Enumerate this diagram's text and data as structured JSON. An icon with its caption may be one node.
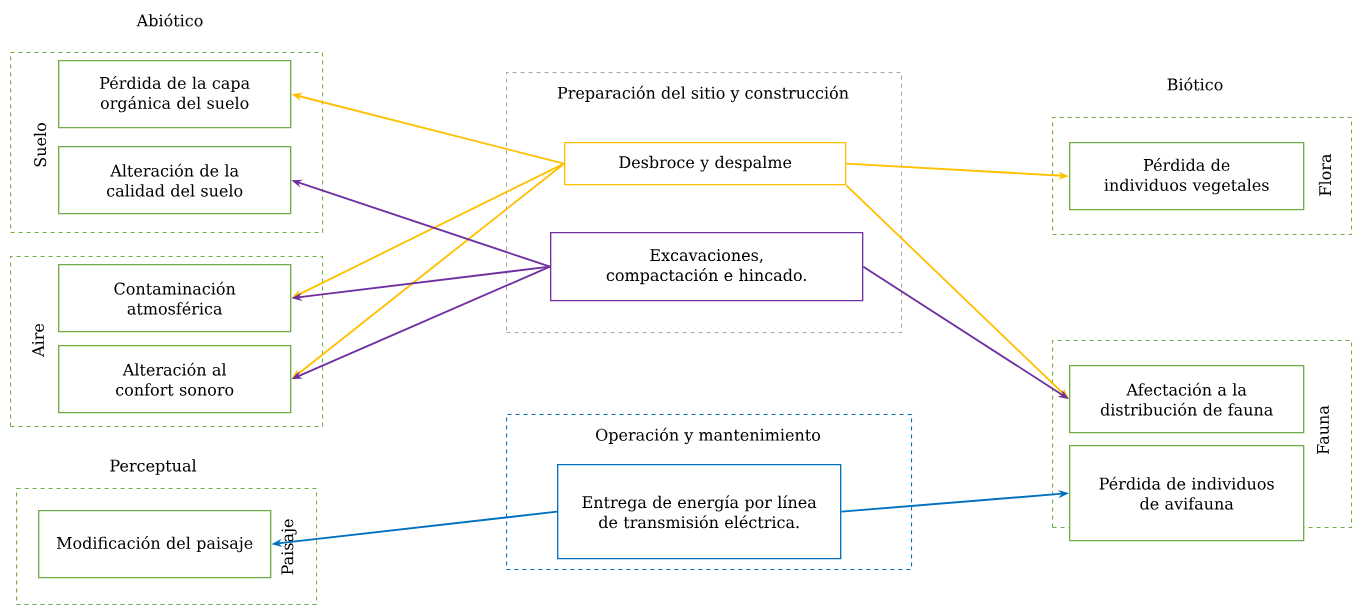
{
  "diagram": {
    "nodes": [
      {
        "text": [
          "Suelo"
        ]
      },
      {
        "text": [
          "Pérdida de la capa orgánica del suelo"
        ],
        "in": 0
      },
      {
        "text": [
          "Alteración de la calidad del suelo"
        ],
        "in": 0
      },
      {
        "text": [
          "Aire"
        ]
      },
      {
        "text": [
          "Contaminación atmosférica"
        ],
        "in": 3
      },
      {
        "text": [
          "Alteración al confort sonoro"
        ],
        "in": 3
      },
      {
        "text": [
          "Preparación del sitio y construcción"
        ]
      },
      {
        "text": [
          "Desbroce y despalme"
        ],
        "in": 6
      },
      {
        "text": [
          "Excavaciones, compactación e hincado."
        ],
        "in": 6
      },
      {
        "text": [
          "Flora"
        ]
      },
      {
        "text": [
          "Pérdida de individuos vegetales"
        ],
        "in": 9
      },
      {
        "text": [
          "Fauna"
        ]
      },
      {
        "text": [
          "Afectación a la distribución de fauna"
        ],
        "in": 11
      },
      {
        "text": [
          "Pérdida de individuos de avifauna"
        ]
      },
      {
        "text": [
          "Operación y mantenimiento"
        ]
      },
      {
        "text": [
          "Entrega de energía por línea de transmisión eléctrica."
        ],
        "in": 14
      },
      {
        "text": [
          "Paisaje"
        ]
      },
      {
        "text": [
          "Modificación del paisaje"
        ],
        "in": 16
      }
    ],
    "edges": [
      {
        "from": 7,
        "to": 1,
        "arrow": "to",
        "color": "#ffc000"
      },
      {
        "from": 7,
        "to": 4,
        "arrow": "to",
        "color": "#ffc000"
      },
      {
        "from": 7,
        "to": 5,
        "arrow": "to",
        "color": "#ffc000"
      },
      {
        "from": 7,
        "to": 10,
        "arrow": "to",
        "color": "#ffc000"
      },
      {
        "from": 7,
        "to": 12,
        "arrow": "to",
        "color": "#ffc000"
      },
      {
        "from": 8,
        "to": 2,
        "arrow": "to",
        "color": "#7030a0"
      },
      {
        "from": 8,
        "to": 4,
        "arrow": "to",
        "color": "#7030a0"
      },
      {
        "from": 8,
        "to": 5,
        "arrow": "to",
        "color": "#7030a0"
      },
      {
        "from": 8,
        "to": 12,
        "arrow": "to",
        "color": "#7030a0"
      },
      {
        "from": 15,
        "to": 17,
        "arrow": "to",
        "color": "#0070c0"
      },
      {
        "from": 15,
        "to": 13,
        "arrow": "to",
        "color": "#0070c0"
      }
    ],
    "labels": [
      "Abiótico",
      "Biótico",
      "Perceptual"
    ]
  }
}
